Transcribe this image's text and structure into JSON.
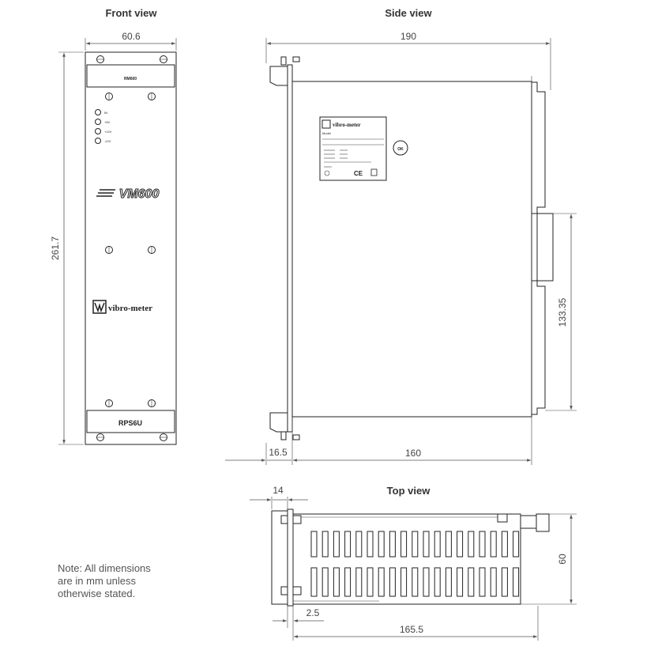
{
  "views": {
    "front_title": "Front view",
    "side_title": "Side view",
    "top_title": "Top view"
  },
  "front": {
    "model_badge": "RM600",
    "led_labels": [
      "IN",
      "+5V",
      "+12V",
      "-12V"
    ],
    "logo": "VM600",
    "brand": "vibro-meter",
    "bottom_label": "RPS6U"
  },
  "side": {
    "label_brand": "vibro-meter",
    "label_model": "Model",
    "label_ok": "OK"
  },
  "dimensions": {
    "front_width": "60.6",
    "front_height": "261.7",
    "side_total_depth": "190",
    "side_connector_spacing": "133.35",
    "side_front_offset": "16.5",
    "side_body_depth": "160",
    "top_front_offset": "14",
    "top_panel_thickness": "2.5",
    "top_depth": "165.5",
    "top_height": "60"
  },
  "note": {
    "lines": [
      "Note: All dimensions",
      "are in mm unless",
      "otherwise stated."
    ]
  },
  "colors": {
    "line": "#222222",
    "dimension": "#555555",
    "text": "#444444"
  }
}
